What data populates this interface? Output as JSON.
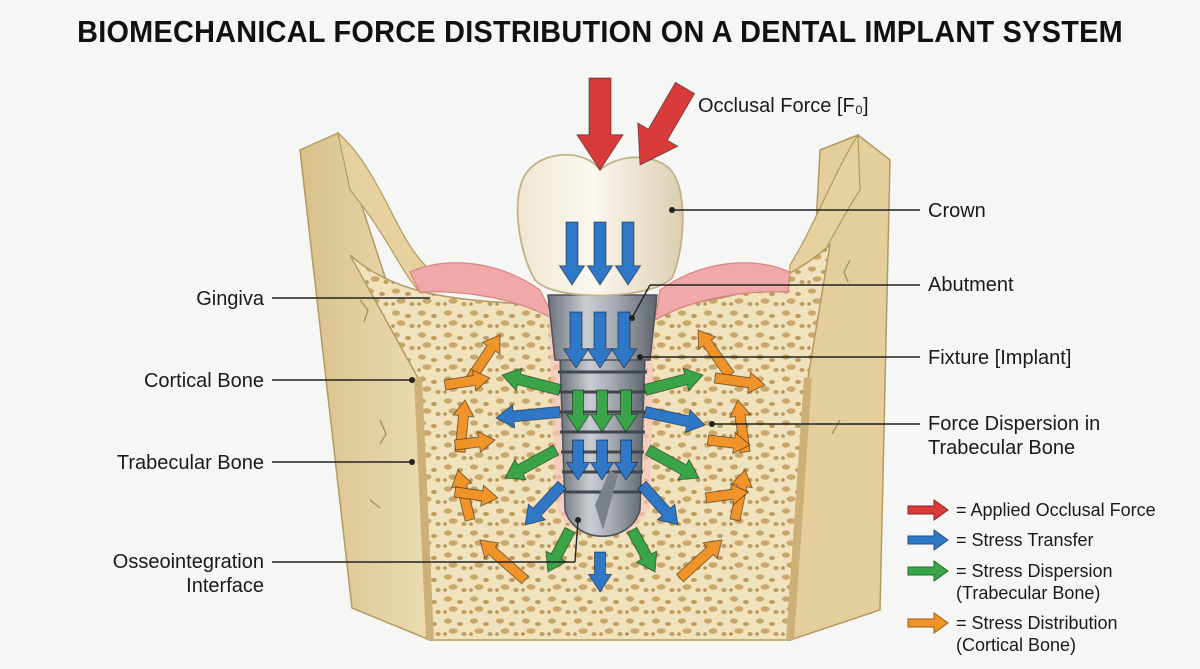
{
  "title": "BIOMECHANICAL FORCE DISTRIBUTION ON A DENTAL IMPLANT SYSTEM",
  "labels": {
    "occlusal_force": "Occlusal Force [F₀]",
    "crown": "Crown",
    "abutment": "Abutment",
    "fixture": "Fixture [Implant]",
    "force_dispersion_1": "Force Dispersion in",
    "force_dispersion_2": "Trabecular Bone",
    "gingiva": "Gingiva",
    "cortical_bone": "Cortical Bone",
    "trabecular_bone": "Trabecular Bone",
    "osseo_1": "Osseointegration",
    "osseo_2": "Interface"
  },
  "legend": [
    {
      "text": "= Applied Occlusal Force",
      "color": "#d93b3b"
    },
    {
      "text": "= Stress Transfer",
      "color": "#2f78c8"
    },
    {
      "text": "= Stress Dispersion",
      "text2": "(Trabecular Bone)",
      "color": "#3aa548"
    },
    {
      "text": "= Stress Distribution",
      "text2": "(Cortical Bone)",
      "color": "#f0942a"
    }
  ],
  "colors": {
    "applied_force": "#d93b3b",
    "stress_transfer": "#2f78c8",
    "stress_dispersion": "#3aa548",
    "stress_distribution": "#f0942a",
    "bone": "#e8d6a8",
    "gingiva": "#f0a9a8"
  }
}
